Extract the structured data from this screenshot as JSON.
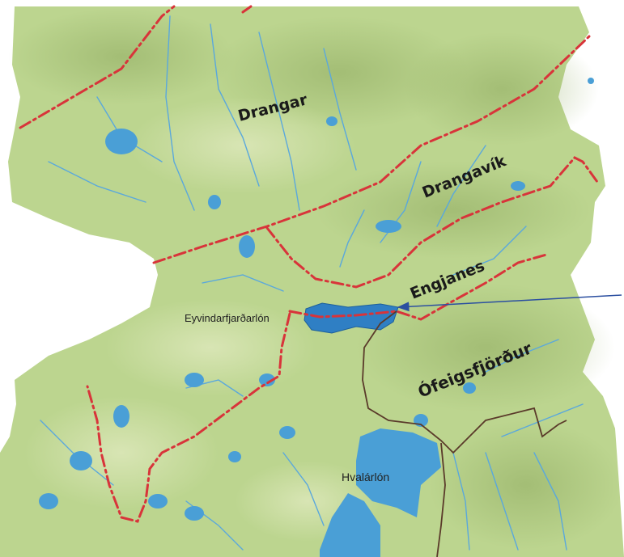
{
  "map": {
    "regions": [
      {
        "key": "drangar",
        "label": "Drangar"
      },
      {
        "key": "drangavik",
        "label": "Drangavík"
      },
      {
        "key": "engjanes",
        "label": "Engjanes"
      },
      {
        "key": "ofeigsfjordur",
        "label": "Ófeigsfjörður"
      }
    ],
    "lakes": [
      {
        "key": "eyvindarfjardarlon",
        "label": "Eyvindarfjarðarlón"
      },
      {
        "key": "hvalarlon",
        "label": "Hvalárlón"
      }
    ]
  },
  "colors": {
    "land": "#bcd58f",
    "land_dark": "#9dbb6e",
    "hill_shade": "#86a35a",
    "water": "#4a9fd6",
    "lake_highlight": "#2f7fc4",
    "boundary_red": "#d8343a",
    "boundary_brown": "#5a3a2a",
    "pointer_line": "#2b4fa0",
    "sea": "#ffffff"
  }
}
